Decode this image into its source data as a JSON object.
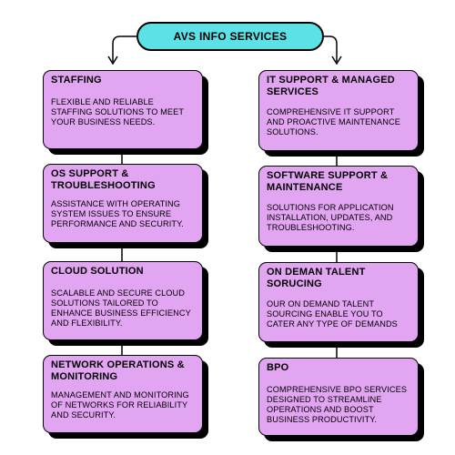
{
  "header": {
    "title": "AVS INFO SERVICES"
  },
  "left_column": [
    {
      "title": "STAFFING",
      "description": "FLEXIBLE AND RELIABLE STAFFING SOLUTIONS TO MEET YOUR BUSINESS NEEDS."
    },
    {
      "title": "OS SUPPORT & TROUBLESHOOTING",
      "description": "ASSISTANCE WITH OPERATING SYSTEM ISSUES TO ENSURE PERFORMANCE AND SECURITY."
    },
    {
      "title": "CLOUD SOLUTION",
      "description": "SCALABLE AND SECURE CLOUD SOLUTIONS TAILORED TO ENHANCE BUSINESS EFFICIENCY AND FLEXIBILITY."
    },
    {
      "title": "NETWORK OPERATIONS & MONITORING",
      "description": "MANAGEMENT AND MONITORING OF NETWORKS FOR RELIABILITY AND SECURITY."
    }
  ],
  "right_column": [
    {
      "title": "IT SUPPORT & MANAGED SERVICES",
      "description": "COMPREHENSIVE IT SUPPORT AND PROACTIVE MAINTENANCE SOLUTIONS."
    },
    {
      "title": "SOFTWARE SUPPORT & MAINTENANCE",
      "description": "SOLUTIONS FOR APPLICATION INSTALLATION, UPDATES, AND TROUBLESHOOTING."
    },
    {
      "title": "ON DEMAN TALENT SORUCING",
      "description": "OUR ON DEMAND TALENT SOURCING ENABLE YOU TO CATER ANY TYPE OF DEMANDS"
    },
    {
      "title": "BPO",
      "description": "COMPREHENSIVE BPO SERVICES DESIGNED TO STREAMLINE OPERATIONS AND BOOST BUSINESS PRODUCTIVITY."
    }
  ],
  "colors": {
    "header_fill": "#5ce1e6",
    "card_fill": "#e2a5f2",
    "outline": "#000000"
  }
}
